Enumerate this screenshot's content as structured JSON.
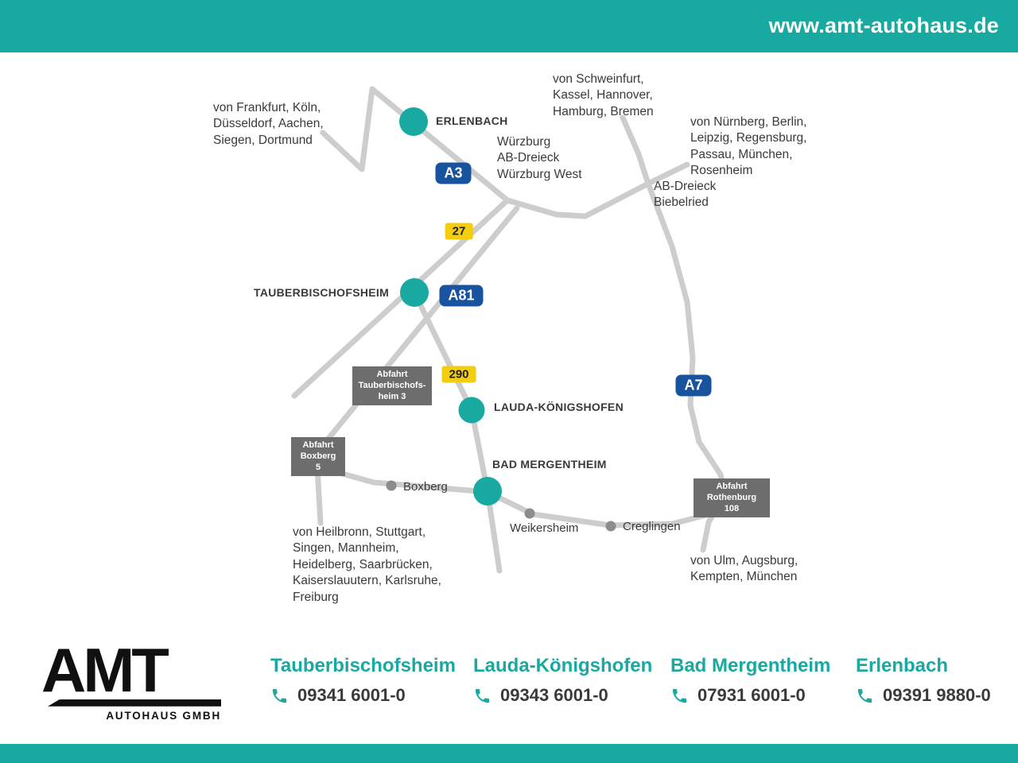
{
  "header": {
    "website": "www.amt-autohaus.de"
  },
  "map": {
    "cities": [
      {
        "name": "ERLENBACH"
      },
      {
        "name": "TAUBERBISCHOFSHEIM"
      },
      {
        "name": "LAUDA-KÖNIGSHOFEN"
      },
      {
        "name": "BAD MERGENTHEIM"
      }
    ],
    "towns": [
      {
        "name": "Boxberg"
      },
      {
        "name": "Weikersheim"
      },
      {
        "name": "Creglingen"
      }
    ],
    "highway_badges": [
      {
        "label": "A3"
      },
      {
        "label": "A81"
      },
      {
        "label": "A7"
      }
    ],
    "road_badges": [
      {
        "label": "27"
      },
      {
        "label": "290"
      }
    ],
    "exit_signs": [
      {
        "text": "Abfahrt\nTauberbischofs-\nheim 3"
      },
      {
        "text": "Abfahrt\nBoxberg\n5"
      },
      {
        "text": "Abfahrt\nRothenburg\n108"
      }
    ],
    "junction_labels": [
      {
        "text": "Würzburg\nAB-Dreieck\nWürzburg West"
      },
      {
        "text": "AB-Dreieck\nBiebelried"
      }
    ],
    "direction_labels": [
      {
        "text": "von Frankfurt, Köln,\nDüsseldorf, Aachen,\nSiegen, Dortmund"
      },
      {
        "text": "von Schweinfurt,\nKassel, Hannover,\nHamburg, Bremen"
      },
      {
        "text": "von Nürnberg, Berlin,\nLeipzig, Regensburg,\nPassau, München,\nRosenheim"
      },
      {
        "text": "von Heilbronn, Stuttgart,\nSingen, Mannheim,\nHeidelberg, Saarbrücken,\nKaiserslauutern, Karlsruhe,\nFreiburg"
      },
      {
        "text": "von Ulm, Augsburg,\nKempten, München"
      }
    ]
  },
  "footer": {
    "logo": {
      "text": "AMT",
      "subtext": "AUTOHAUS GMBH"
    },
    "locations": [
      {
        "name": "Tauberbischofsheim",
        "phone": "09341 6001-0"
      },
      {
        "name": "Lauda-Königshofen",
        "phone": "09343 6001-0"
      },
      {
        "name": "Bad Mergentheim",
        "phone": "07931 6001-0"
      },
      {
        "name": "Erlenbach",
        "phone": "09391 9880-0"
      }
    ]
  },
  "colors": {
    "teal": "#18a9a1",
    "autobahn_blue": "#17539f",
    "road_yellow": "#f3cd0e",
    "sign_gray": "#6d6d6d",
    "road_gray": "#cdcdcd"
  }
}
